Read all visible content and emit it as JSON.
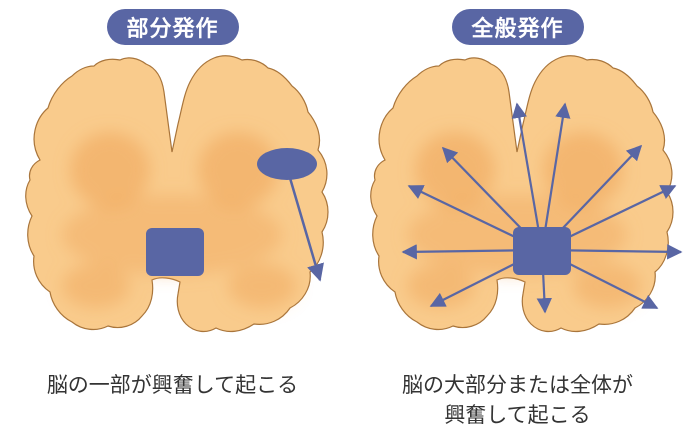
{
  "colors": {
    "badge_bg": "#5966a4",
    "brain_fill": "#f9cb8c",
    "brain_stroke": "#a9753b",
    "brain_shade": "#f0a85e",
    "focus": "#5966a4",
    "arrow": "#5966a4",
    "caption_text": "#333333"
  },
  "panels": [
    {
      "badge": "部分発作",
      "icon": "partial-seizure-brain",
      "caption_lines": [
        "脳の一部が興奮して起こる"
      ]
    },
    {
      "badge": "全般発作",
      "icon": "generalized-seizure-brain",
      "caption_lines": [
        "脳の大部分または全体が",
        "興奮して起こる"
      ]
    }
  ]
}
